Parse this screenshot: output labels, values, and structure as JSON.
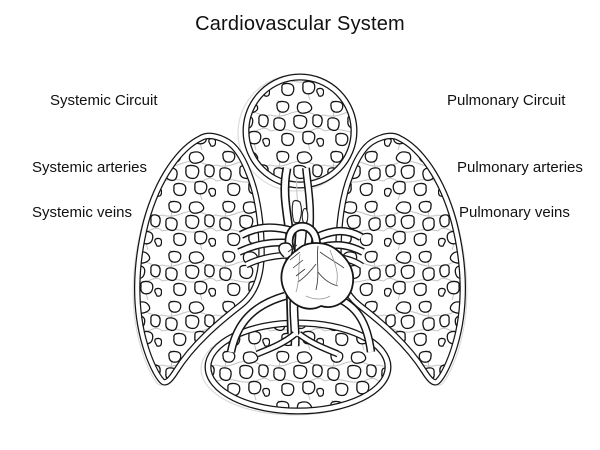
{
  "title": "Cardiovascular System",
  "labels": {
    "systemic_circuit": "Systemic Circuit",
    "systemic_arteries": "Systemic arteries",
    "systemic_veins": "Systemic veins",
    "pulmonary_circuit": "Pulmonary Circuit",
    "pulmonary_arteries": "Pulmonary arteries",
    "pulmonary_veins": "Pulmonary veins"
  },
  "figure": {
    "ink_color": "#161616",
    "sketch_gray": "#c4c4c4",
    "background": "#ffffff"
  }
}
